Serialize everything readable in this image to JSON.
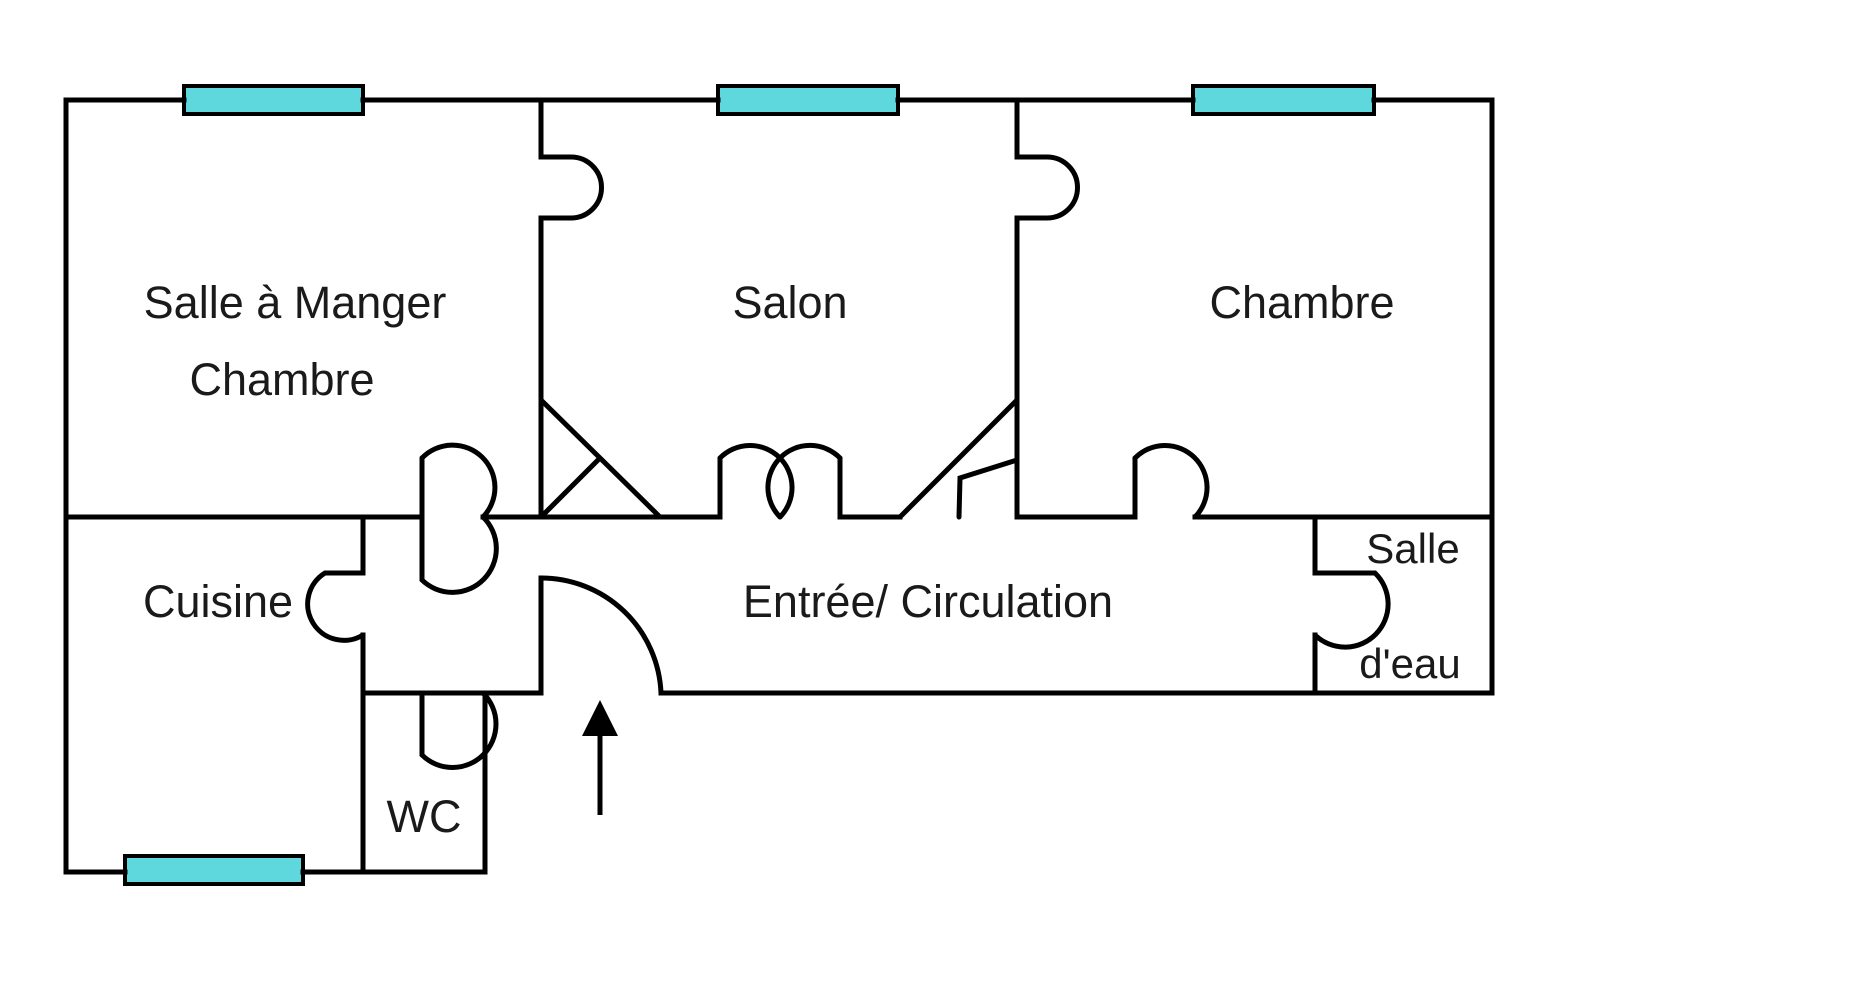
{
  "colors": {
    "wall": "#000000",
    "window_fill": "#5ed8dc",
    "background": "#ffffff"
  },
  "rooms": {
    "dining": {
      "line1": "Salle à Manger",
      "line2": "Chambre"
    },
    "living": {
      "label": "Salon"
    },
    "bedroom": {
      "label": "Chambre"
    },
    "kitchen": {
      "label": "Cuisine"
    },
    "hall": {
      "label": "Entrée/ Circulation"
    },
    "shower": {
      "line1": "Salle",
      "line2": "d'eau"
    },
    "wc": {
      "label": "WC"
    }
  },
  "windows": [
    {
      "room": "dining"
    },
    {
      "room": "living"
    },
    {
      "room": "bedroom"
    },
    {
      "room": "kitchen"
    }
  ],
  "entrance": {
    "icon": "arrow-up-icon"
  }
}
